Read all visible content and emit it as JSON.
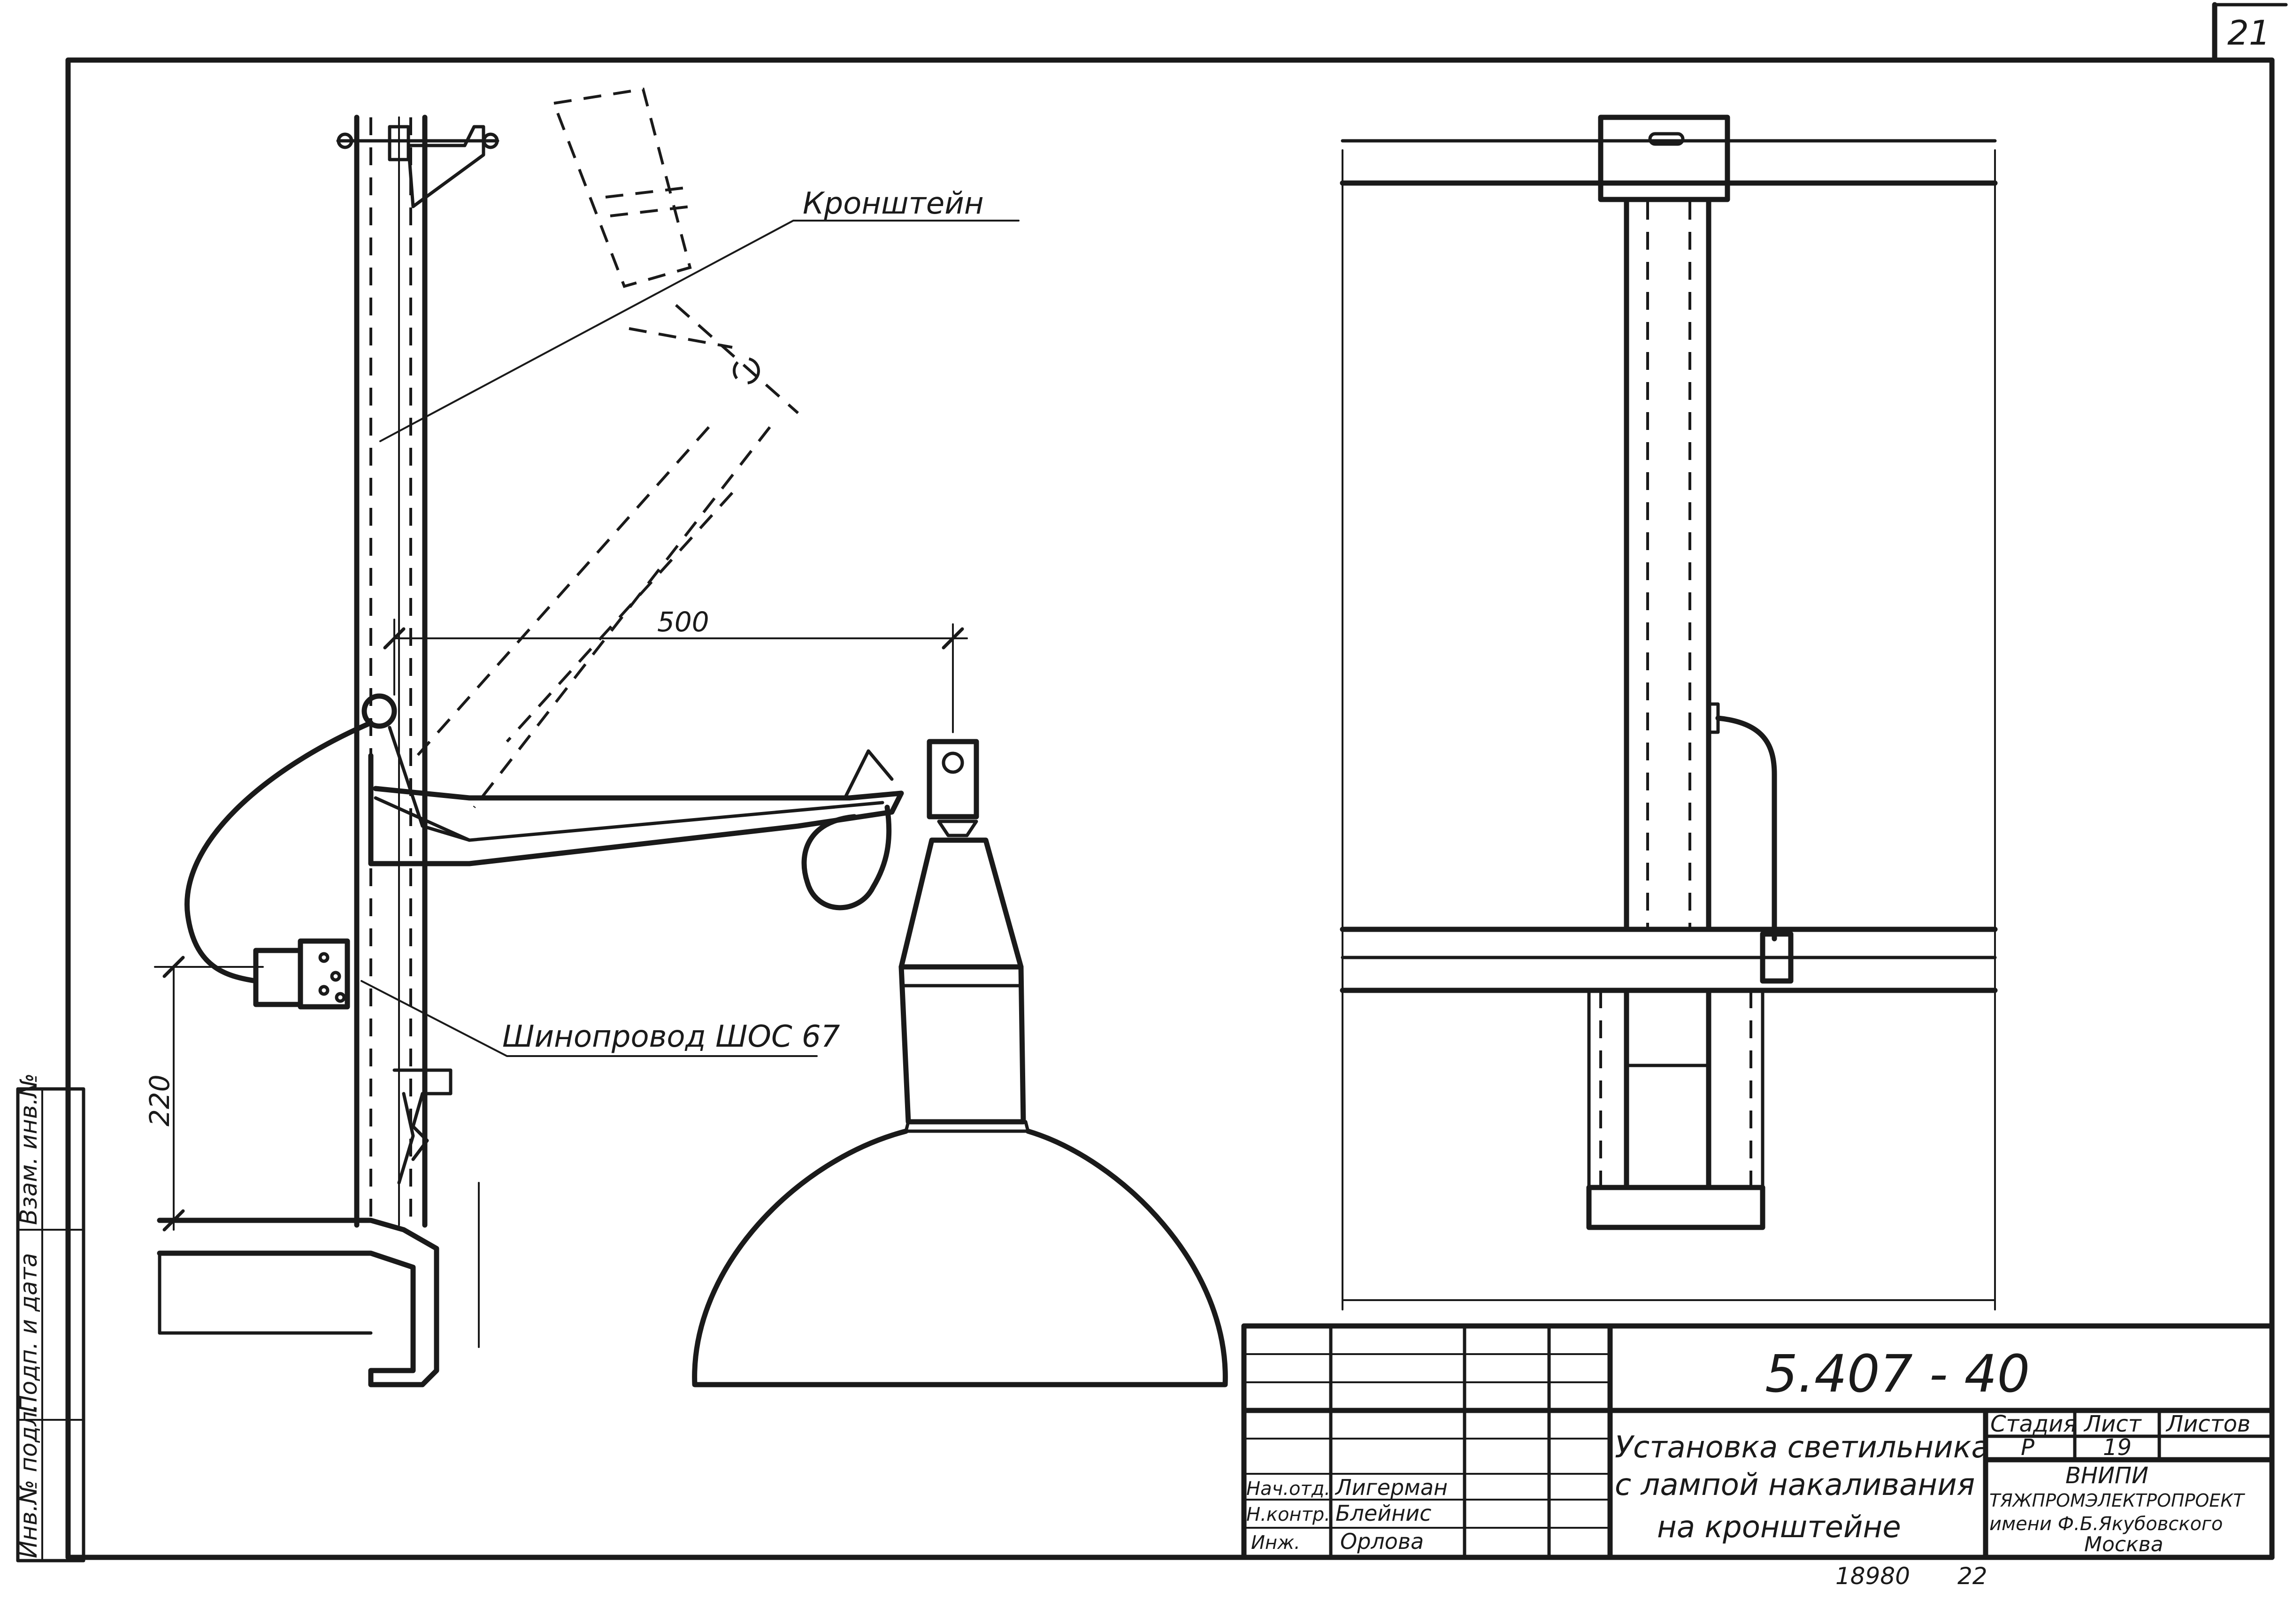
{
  "sheet_corner_number": "21",
  "callouts": {
    "bracket": "Кронштейн",
    "busway": "Шинопровод ШОС 67"
  },
  "dimensions": {
    "arm_length": "500",
    "height_above_rail": "220"
  },
  "side_strip": {
    "fields": [
      "Инв.№ подл.",
      "Подп. и дата",
      "Взам. инв.№"
    ]
  },
  "title_block": {
    "doc_number": "5.407 - 40",
    "title_lines": [
      "Установка светильника",
      "с лампой накаливания",
      "на кронштейне"
    ],
    "headers": {
      "stage": "Стадия",
      "sheet": "Лист",
      "sheets": "Листов"
    },
    "values": {
      "stage": "Р",
      "sheet": "19",
      "sheets": ""
    },
    "signatures": [
      {
        "role": "Нач.отд.",
        "name": "Лигерман"
      },
      {
        "role": "Н.контр.",
        "name": "Блейнис"
      },
      {
        "role": "Инж.",
        "name": "Орлова"
      }
    ],
    "organization_lines": [
      "ВНИПИ",
      "ТЯЖПРОМЭЛЕКТРОПРОЕКТ",
      "имени Ф.Б.Якубовского",
      "Москва"
    ],
    "archive_number": "18980",
    "archive_suffix": "22"
  }
}
